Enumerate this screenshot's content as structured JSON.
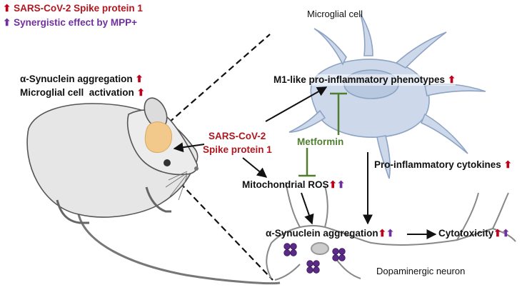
{
  "legend": {
    "items": [
      {
        "arrow": "⬆",
        "text": "SARS-CoV-2 Spike protein 1",
        "color": "#b0171f"
      },
      {
        "arrow": "⬆",
        "text": "Synergistic effect by MPP+",
        "color": "#7030a0"
      }
    ]
  },
  "mouse": {
    "effects": [
      "α-Synuclein aggregation",
      "Microglial cell  activation"
    ]
  },
  "stimulus": {
    "line1": "SARS-CoV-2",
    "line2": "Spike protein 1"
  },
  "microglia": {
    "cell_label": "Microglial cell",
    "phenotype": "M1-like pro-inflammatory phenotypes"
  },
  "drug": "Metformin",
  "cytokines": "Pro-inflammatory cytokines",
  "ros": "Mitochondrial ROS",
  "neuron": {
    "aggregation": "α-Synuclein aggregation",
    "cytotoxicity": "Cytotoxicity",
    "cell_label": "Dopaminergic neuron"
  },
  "colors": {
    "spike_red": "#b0171f",
    "mpp_purple": "#7030a0",
    "metformin_green": "#4f7f2e",
    "microglia_fill": "#cdd9ea",
    "mouse_fill": "#e6e6e6",
    "brain_fill": "#f3c98b",
    "synuclein_fill": "#5b2a86"
  },
  "icons": {
    "up_arrow": "⬆"
  }
}
